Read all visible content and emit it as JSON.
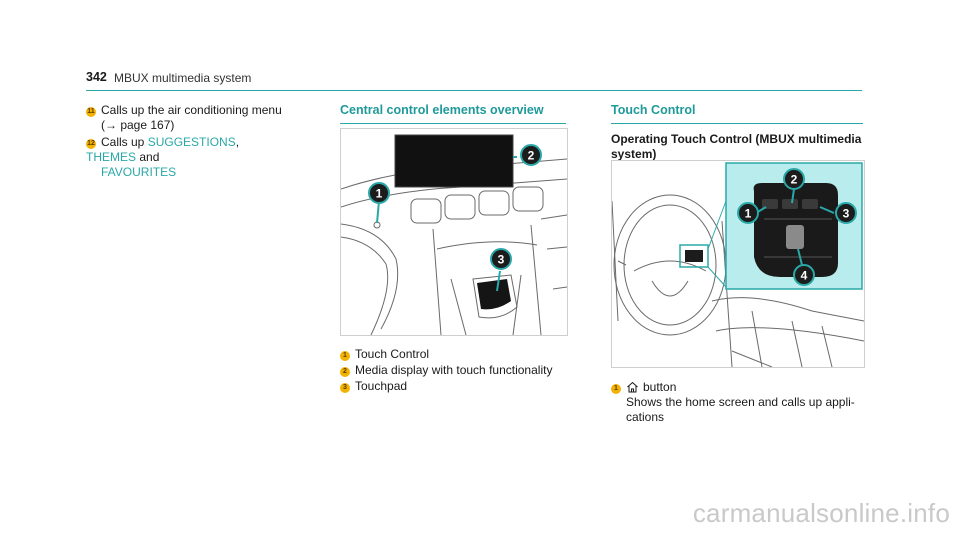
{
  "header": {
    "page_number": "342",
    "title": "MBUX multimedia system"
  },
  "left_column": {
    "items": [
      {
        "badge": "11",
        "text_1": "Calls up the air conditioning menu",
        "text_2": "(→ page 167)"
      },
      {
        "badge": "12",
        "prefix": "Calls up ",
        "link_1": "SUGGESTIONS",
        "sep": ", ",
        "link_2": "THEMES",
        "and": " and",
        "link_3": "FAVOURITES"
      }
    ]
  },
  "middle_column": {
    "heading": "Central control elements overview",
    "legend": [
      {
        "badge": "1",
        "text": "Touch Control"
      },
      {
        "badge": "2",
        "text": "Media display with touch functionality"
      },
      {
        "badge": "3",
        "text": "Touchpad"
      }
    ],
    "callouts": [
      "1",
      "2",
      "3"
    ]
  },
  "right_column": {
    "heading": "Touch Control",
    "subheading_1": "Operating Touch Control (MBUX multimedia",
    "subheading_2": "system)",
    "callouts": [
      "1",
      "2",
      "3",
      "4"
    ],
    "legend": [
      {
        "badge": "1",
        "icon": "home-icon",
        "label": "button",
        "desc_1": "Shows the home screen and calls up appli-",
        "desc_2": "cations"
      }
    ]
  },
  "watermark": "carmanualsonline.info",
  "colors": {
    "accent": "#2aa8a8",
    "badge": "#f2b200",
    "inset_bg": "#b9ecec",
    "callout": "#1c1c1c"
  }
}
